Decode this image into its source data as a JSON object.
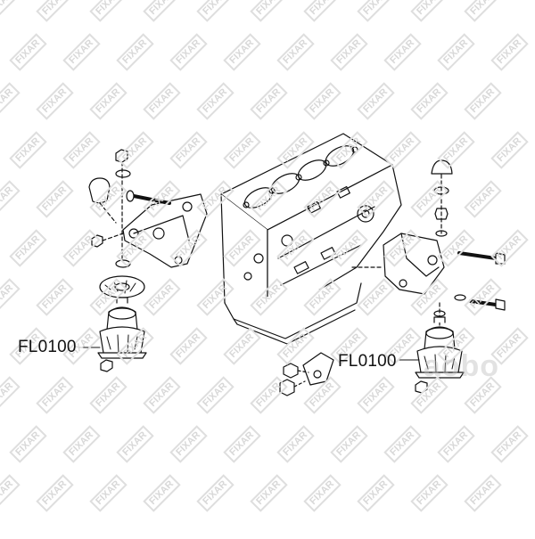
{
  "watermark": {
    "text": "FIXAR",
    "color": "#d8d8d8"
  },
  "brand_watermark": "aobo",
  "callouts": {
    "left": "FL0100",
    "right": "FL0100"
  },
  "colors": {
    "line": "#111111",
    "background": "#ffffff"
  }
}
